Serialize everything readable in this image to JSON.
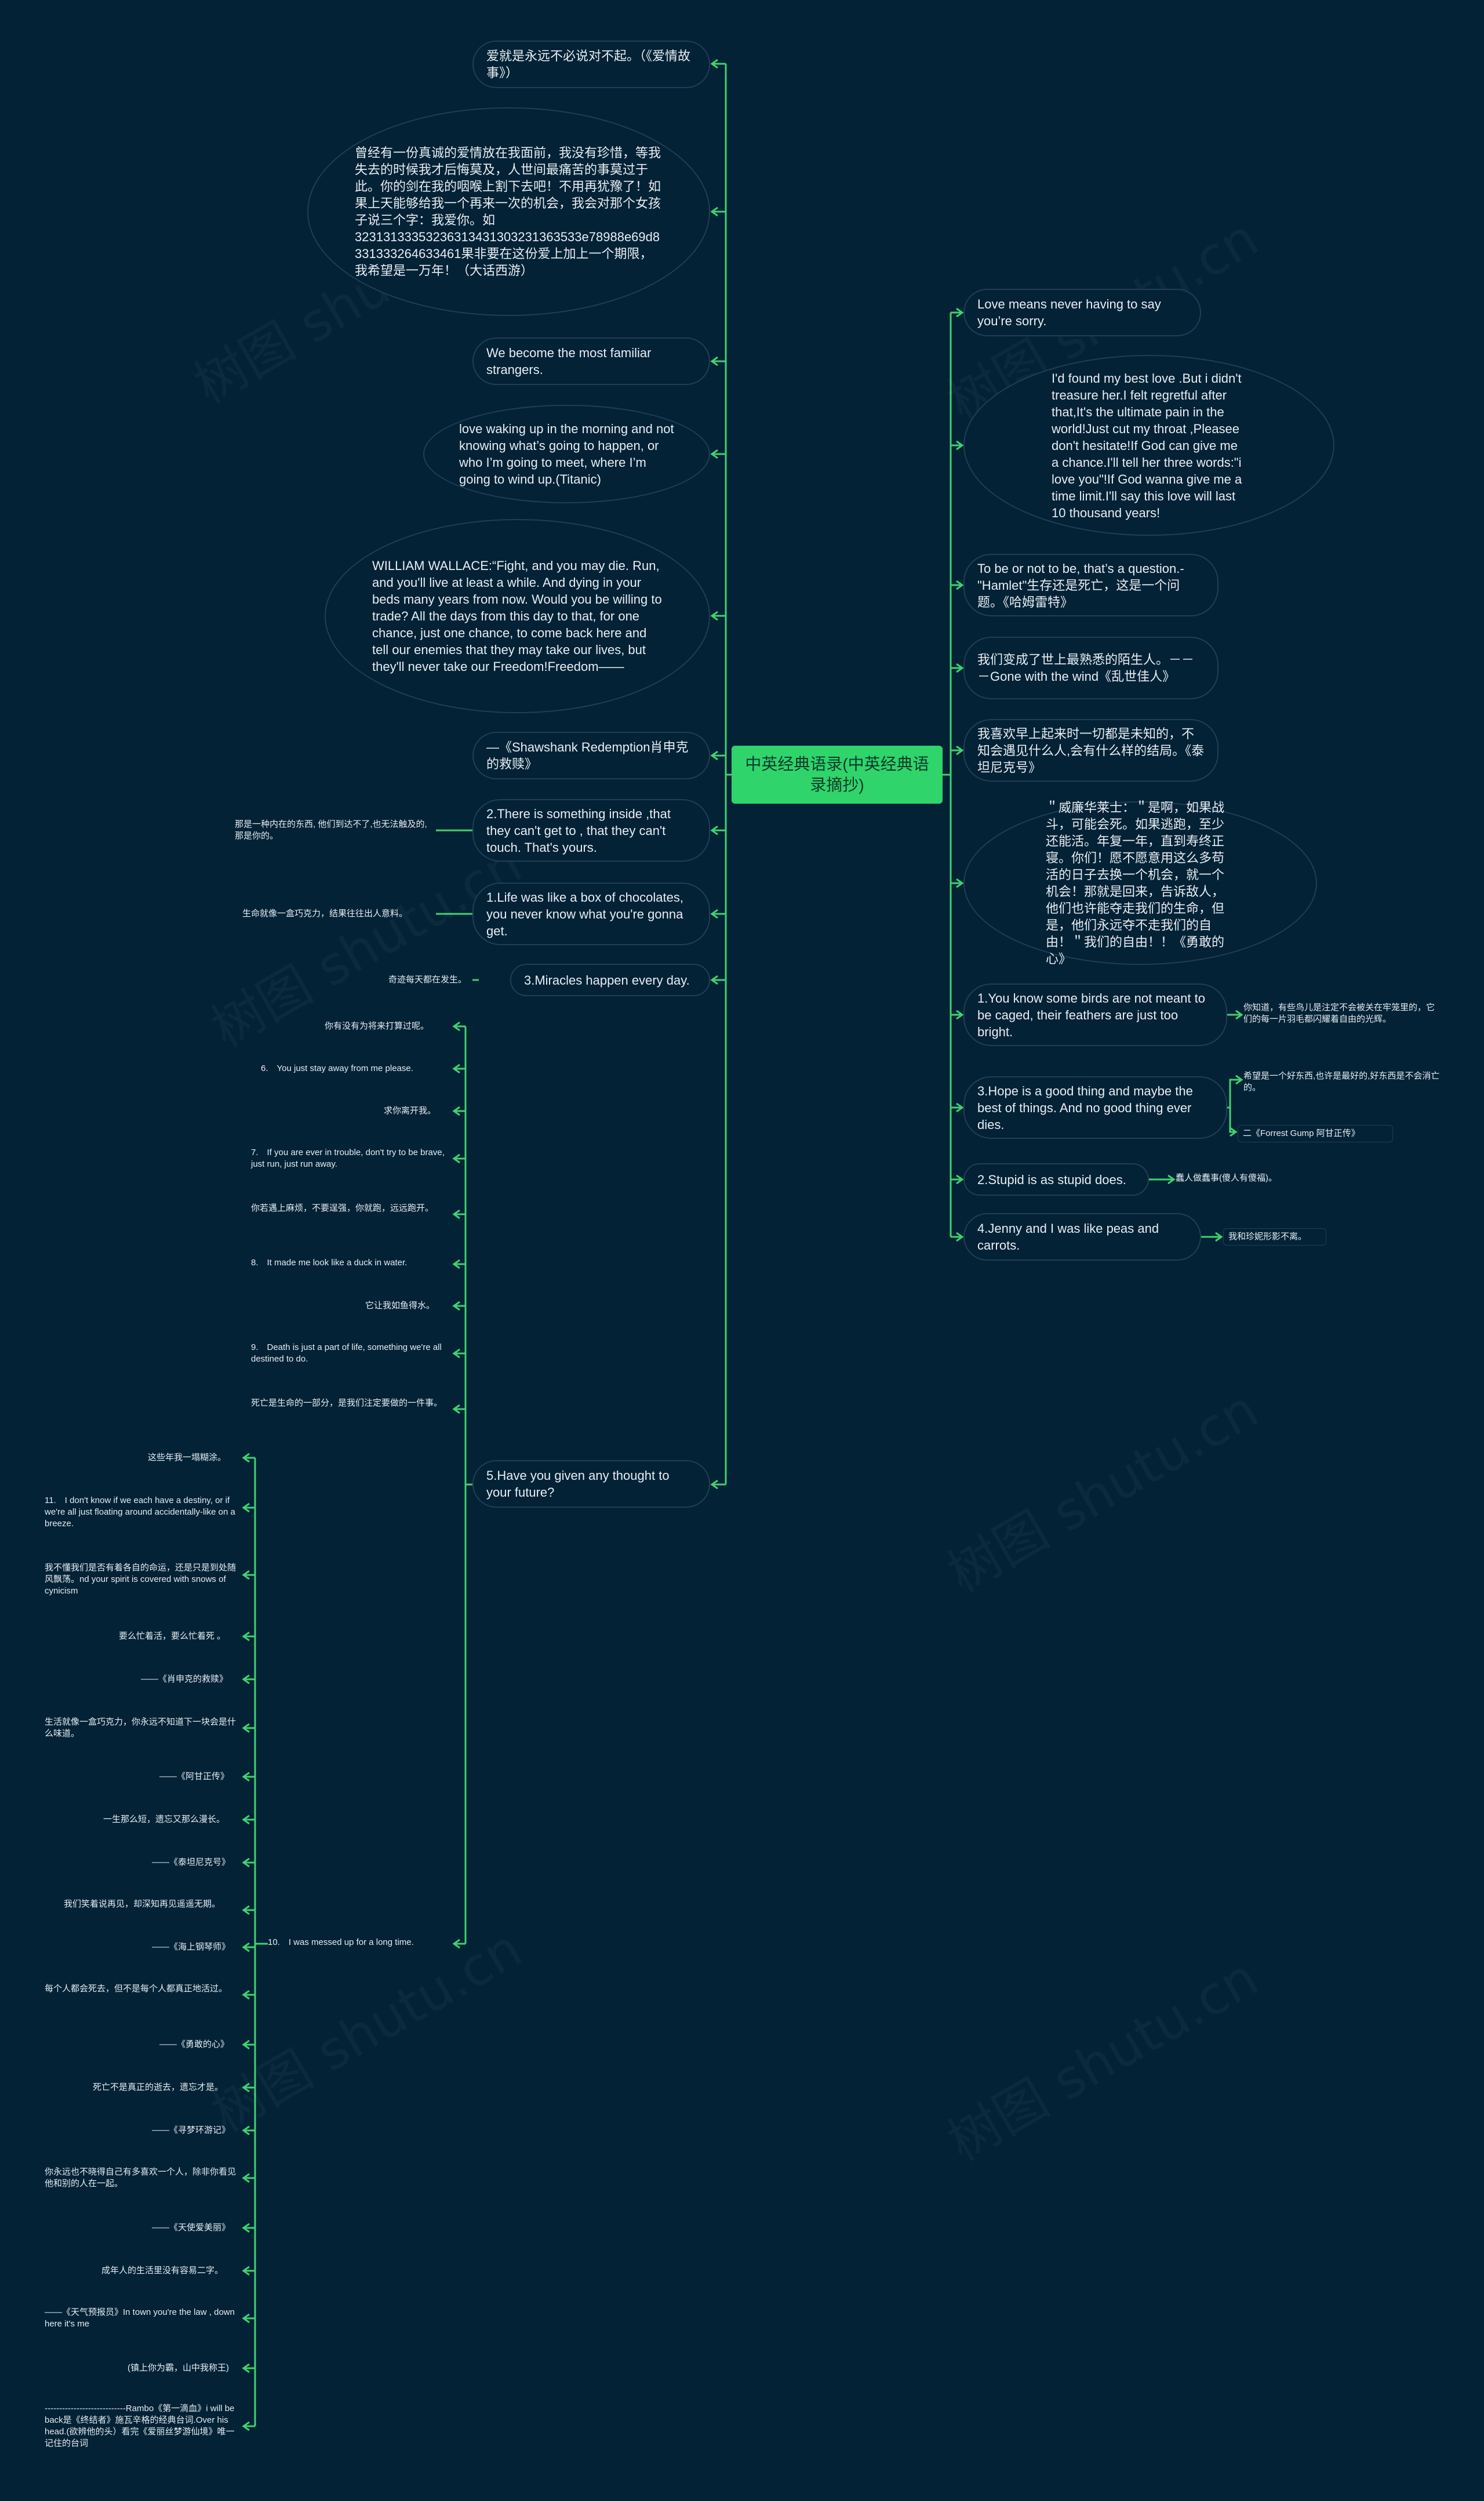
{
  "root": {
    "label": "中英经典语录(中英经典语录摘抄)"
  },
  "watermark": "树图 shutu.cn",
  "left_main": [
    {
      "text": "爱就是永远不必说对不起。（《爱情故事》）"
    },
    {
      "text": "曾经有一份真诚的爱情放在我面前，我没有珍惜，等我失去的时候我才后悔莫及，人世间最痛苦的事莫过于此。你的剑在我的咽喉上割下去吧！不用再犹豫了！如果上天能够给我一个再来一次的机会，我会对那个女孩子说三个字：我爱你。如32313133353236313431303231363533e78988e69d8331333264633461果非要在这份爱上加上一个期限，我希望是一万年！（大话西游）"
    },
    {
      "text": "We become the most familiar strangers."
    },
    {
      "text": "love waking up in the morning and not knowing what’s going to happen, or who I’m going to meet, where I’m going to wind up.(Titanic)"
    },
    {
      "text": "WILLIAM WALLACE:“Fight, and you may die. Run, and you'll live at least a while. And dying in your beds many years from now. Would you be willing to trade? All the days from this day to that, for one chance, just one chance, to come back here and tell our enemies that they may take our lives, but they'll never take our Freedom!Freedom——"
    },
    {
      "text": "—《Shawshank Redemption肖申克的救赎》"
    },
    {
      "text": "2.There is something inside ,that they can't get to , that they can't touch. That's yours."
    },
    {
      "text": "1.Life was like a box of chocolates, you never know what you're gonna get."
    },
    {
      "text": "3.Miracles happen every day."
    },
    {
      "text": "5.Have you given any thought to your future?"
    }
  ],
  "left_leaves": {
    "something_inside": "那是一种内在的东西, 他们到达不了,也无法触及的,那是你的。",
    "chocolates": "生命就像一盒巧克力，结果往往出人意料。",
    "miracles": "奇迹每天都在发生。"
  },
  "future_children": [
    "你有没有为将来打算过呢。",
    "6.　You just stay away from me please.",
    "求你离开我。",
    "7.　If you are ever in trouble, don't try to be brave, just run, just run away.",
    "你若遇上麻烦，不要逞强，你就跑，远远跑开。",
    "8.　It made me look like a duck in water.",
    "它让我如鱼得水。",
    "9.　Death is just a part of life, something we're all destined to do.",
    "死亡是生命的一部分，是我们注定要做的一件事。"
  ],
  "messed_up": {
    "label": "10.　I was messed up for a long time.",
    "children": [
      "这些年我一塌糊涂。",
      "11.　I don't know if we each have a destiny, or if we're all just floating around accidentally-like on a breeze.",
      "我不懂我们是否有着各自的命运，还是只是到处随风飘荡。nd your spirit is covered with snows of cynicism",
      "要么忙着活，要么忙着死 。",
      "——《肖申克的救赎》",
      "生活就像一盒巧克力，你永远不知道下一块会是什么味道。",
      "——《阿甘正传》",
      "一生那么短，遗忘又那么漫长。",
      "——《泰坦尼克号》",
      "我们笑着说再见，却深知再见遥遥无期。",
      "——《海上钢琴师》",
      "每个人都会死去，但不是每个人都真正地活过。",
      "——《勇敢的心》",
      "死亡不是真正的逝去，遗忘才是。",
      "——《寻梦环游记》",
      "你永远也不晓得自己有多喜欢一个人，除非你看见他和别的人在一起。",
      "——《天使爱美丽》",
      "成年人的生活里没有容易二字。",
      "——《天气预报员》In town you're the law , down here it's me",
      "(镇上你为霸，山中我称王)",
      "----------------------------Rambo《第一滴血》i will be back是《终结者》施瓦辛格的经典台词.Over his head.(欲辨他的头）看完《爱丽丝梦游仙境》唯一记住的台词"
    ]
  },
  "right_main": [
    {
      "text": "Love means never having to say you’re sorry."
    },
    {
      "text": "I'd found my best love .But i didn't treasure her.I felt regretful after that,It's the ultimate pain in the world!Just cut my throat ,Pleasee don't hesitate!If God can give me a chance.I'll tell her three words:\"i love you\"!If God wanna give me a time limit.I'll say this love will last 10 thousand years!"
    },
    {
      "text": "To be or not to be, that’s a question.-\"Hamlet\"生存还是死亡，这是一个问题。《哈姆雷特》"
    },
    {
      "text": "我们变成了世上最熟悉的陌生人。－－－Gone with the wind《乱世佳人》"
    },
    {
      "text": "我喜欢早上起来时一切都是未知的，不知会遇见什么人,会有什么样的结局。《泰坦尼克号》"
    },
    {
      "text": "＂威廉华莱士：＂是啊，如果战斗，可能会死。如果逃跑，至少还能活。年复一年，直到寿终正寝。你们！愿不愿意用这么多苟活的日子去换一个机会，就一个机会！那就是回来，告诉敌人，他们也许能夺走我们的生命，但是，他们永远夺不走我们的自由！＂我们的自由！！《勇敢的心》"
    },
    {
      "text": "1.You know some birds are not meant to be caged, their feathers are just too bright."
    },
    {
      "text": "3.Hope is a good thing and maybe the best of things. And no good thing ever dies."
    },
    {
      "text": "2.Stupid is as stupid does."
    },
    {
      "text": "4.Jenny and I was like peas and carrots."
    }
  ],
  "right_leaves": {
    "birds": "你知道，有些鸟儿是注定不会被关在牢笼里的，它们的每一片羽毛都闪耀着自由的光辉。",
    "hope_1": "希望是一个好东西,也许是最好的,好东西是不会消亡的。",
    "hope_2": "二《Forrest Gump 阿甘正传》",
    "stupid": "蠢人做蠢事(傻人有傻福)。",
    "jenny": "我和珍妮形影不离。"
  },
  "colors": {
    "background": "#032236",
    "link": "#3fd36e",
    "root_fill": "#2fd46b",
    "node_border": "#1f3f58"
  }
}
